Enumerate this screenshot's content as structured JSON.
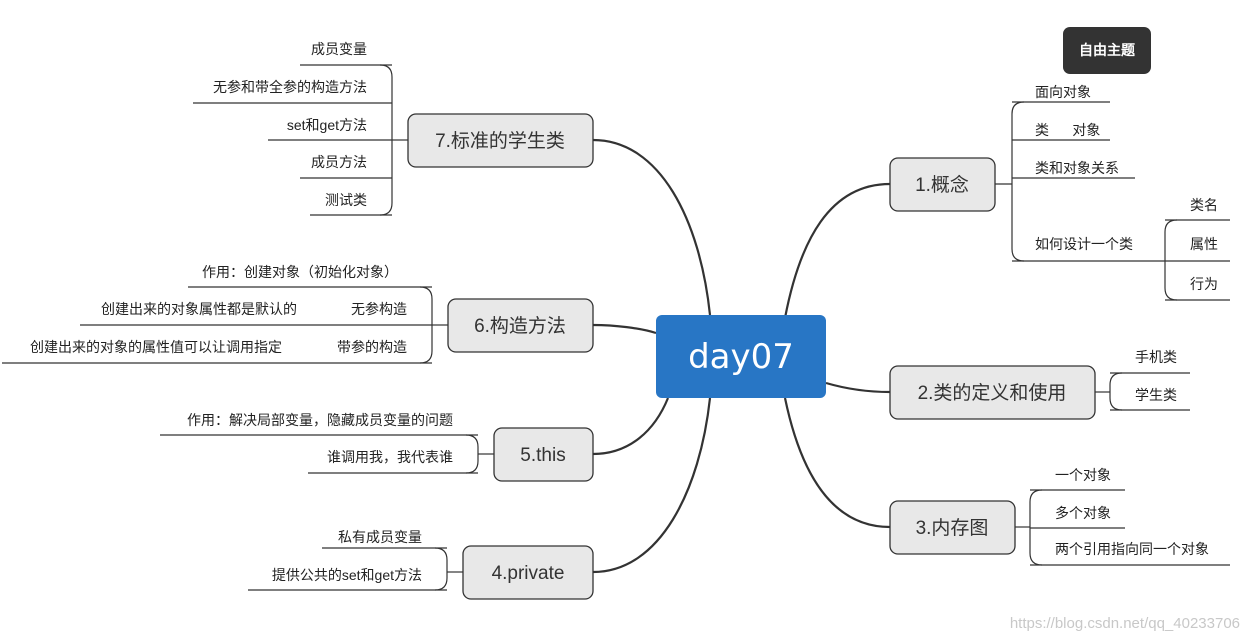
{
  "root": "day07",
  "free_topic": "自由主题",
  "watermark": "https://blog.csdn.net/qq_40233706",
  "branches": {
    "concept": {
      "label": "1.概念",
      "items": [
        "面向对象",
        "类      对象",
        "类和对象关系",
        "如何设计一个类"
      ],
      "design_items": [
        "类名",
        "属性",
        "行为"
      ]
    },
    "class_def": {
      "label": "2.类的定义和使用",
      "items": [
        "手机类",
        "学生类"
      ]
    },
    "memory": {
      "label": "3.内存图",
      "items": [
        "一个对象",
        "多个对象",
        "两个引用指向同一个对象"
      ]
    },
    "private": {
      "label": "4.private",
      "items": [
        "私有成员变量",
        "提供公共的set和get方法"
      ]
    },
    "this": {
      "label": "5.this",
      "items": [
        "作用：解决局部变量，隐藏成员变量的问题",
        "谁调用我，我代表谁"
      ]
    },
    "constructor": {
      "label": "6.构造方法",
      "items": [
        "作用：创建对象（初始化对象）",
        "无参构造",
        "带参的构造"
      ],
      "notes": [
        "创建出来的对象属性都是默认的",
        "创建出来的对象的属性值可以让调用指定"
      ]
    },
    "student": {
      "label": "7.标准的学生类",
      "items": [
        "成员变量",
        "无参和带全参的构造方法",
        "set和get方法",
        "成员方法",
        "测试类"
      ]
    }
  }
}
